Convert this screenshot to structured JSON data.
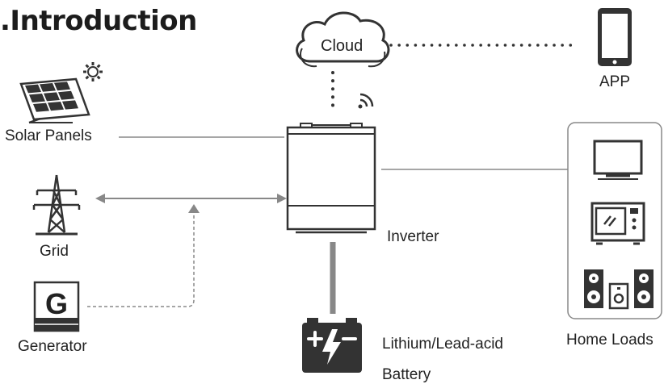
{
  "title": ".Introduction",
  "nodes": {
    "cloud": "Cloud",
    "app": "APP",
    "solar": "Solar Panels",
    "grid": "Grid",
    "generator": "Generator",
    "inverter": "Inverter",
    "battery_line1": "Lithium/Lead-acid",
    "battery_line2": "Battery",
    "home_loads": "Home Loads"
  },
  "generator_letter": "G",
  "colors": {
    "line": "#888888",
    "icon": "#333333",
    "dotted": "#333333"
  },
  "icons": [
    "cloud-icon",
    "smartphone-icon",
    "solar-panel-icon",
    "sun-gear-icon",
    "transmission-tower-icon",
    "generator-icon",
    "inverter-icon",
    "battery-icon",
    "tv-icon",
    "microwave-icon",
    "speaker-icon",
    "wifi-icon"
  ]
}
